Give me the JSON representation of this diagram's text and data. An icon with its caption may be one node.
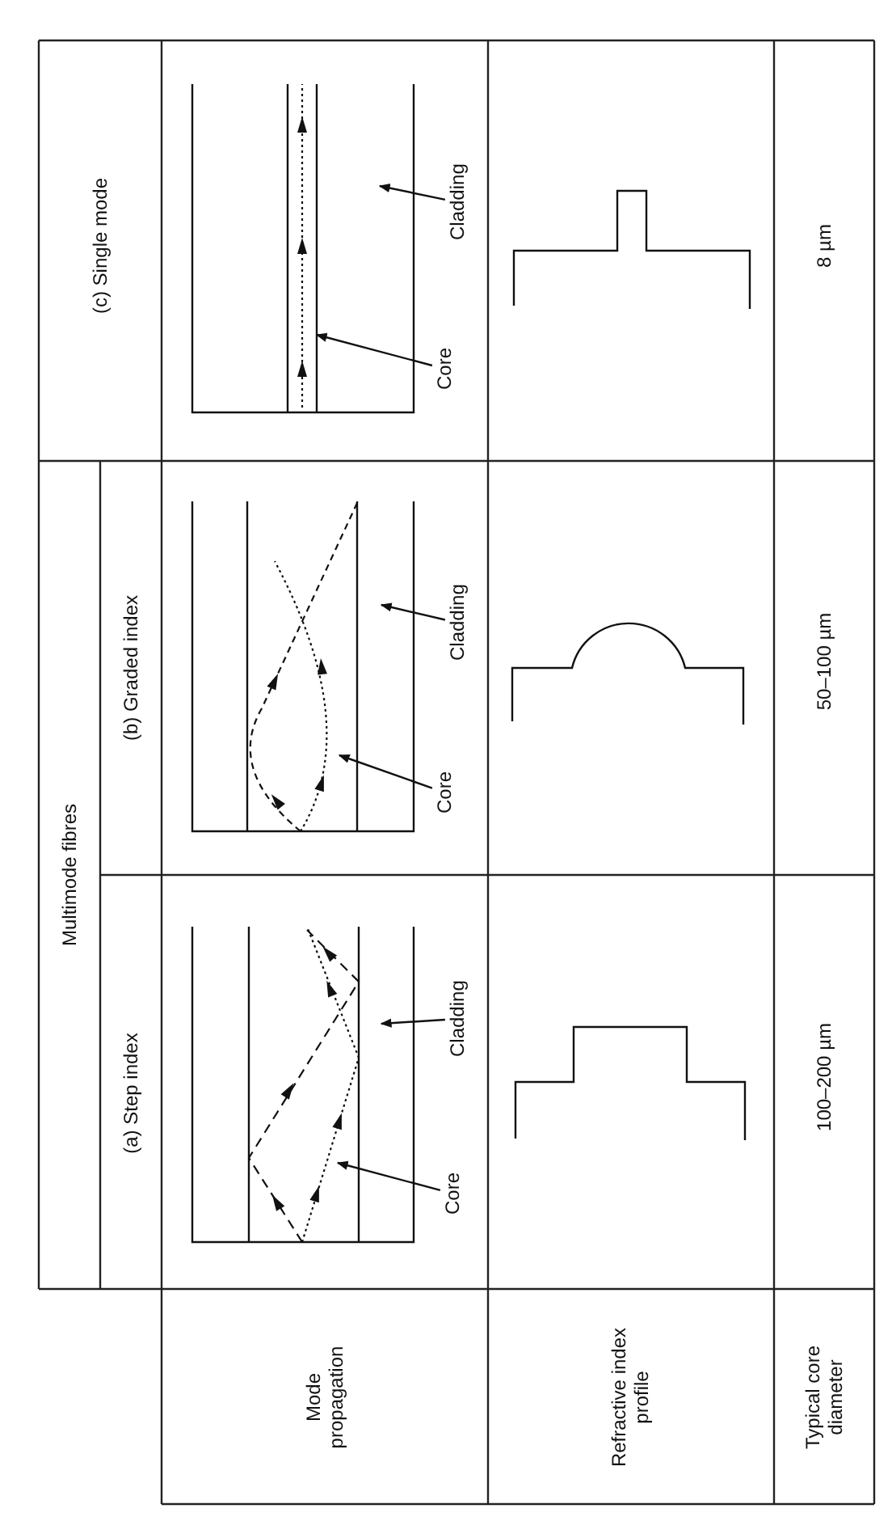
{
  "diagram": {
    "nodes": [
      {
        "text": [
          "Core"
        ]
      },
      {
        "text": [
          "Cladding"
        ]
      },
      {
        "text": [
          "Core"
        ]
      },
      {
        "text": [
          "Cladding"
        ]
      },
      {
        "text": [
          "Core"
        ]
      },
      {
        "text": [
          "Cladding"
        ]
      }
    ],
    "edges": [
      {
        "from": 0,
        "to": null,
        "arrow": "to"
      },
      {
        "from": 1,
        "to": null,
        "arrow": "to"
      },
      {
        "from": 2,
        "to": null,
        "arrow": "to"
      },
      {
        "from": 3,
        "to": null,
        "arrow": "to"
      },
      {
        "from": 4,
        "to": null,
        "arrow": "to"
      },
      {
        "from": 5,
        "to": null,
        "arrow": "to"
      }
    ],
    "labels": [
      "Multimode fibres",
      "(a) Step index",
      "(b) Graded index",
      "(c) Single mode",
      "Mode propagation",
      "Refractive index profile",
      "Typical core diameter",
      "100–200 µm",
      "50–100 µm",
      "8 µm"
    ]
  }
}
